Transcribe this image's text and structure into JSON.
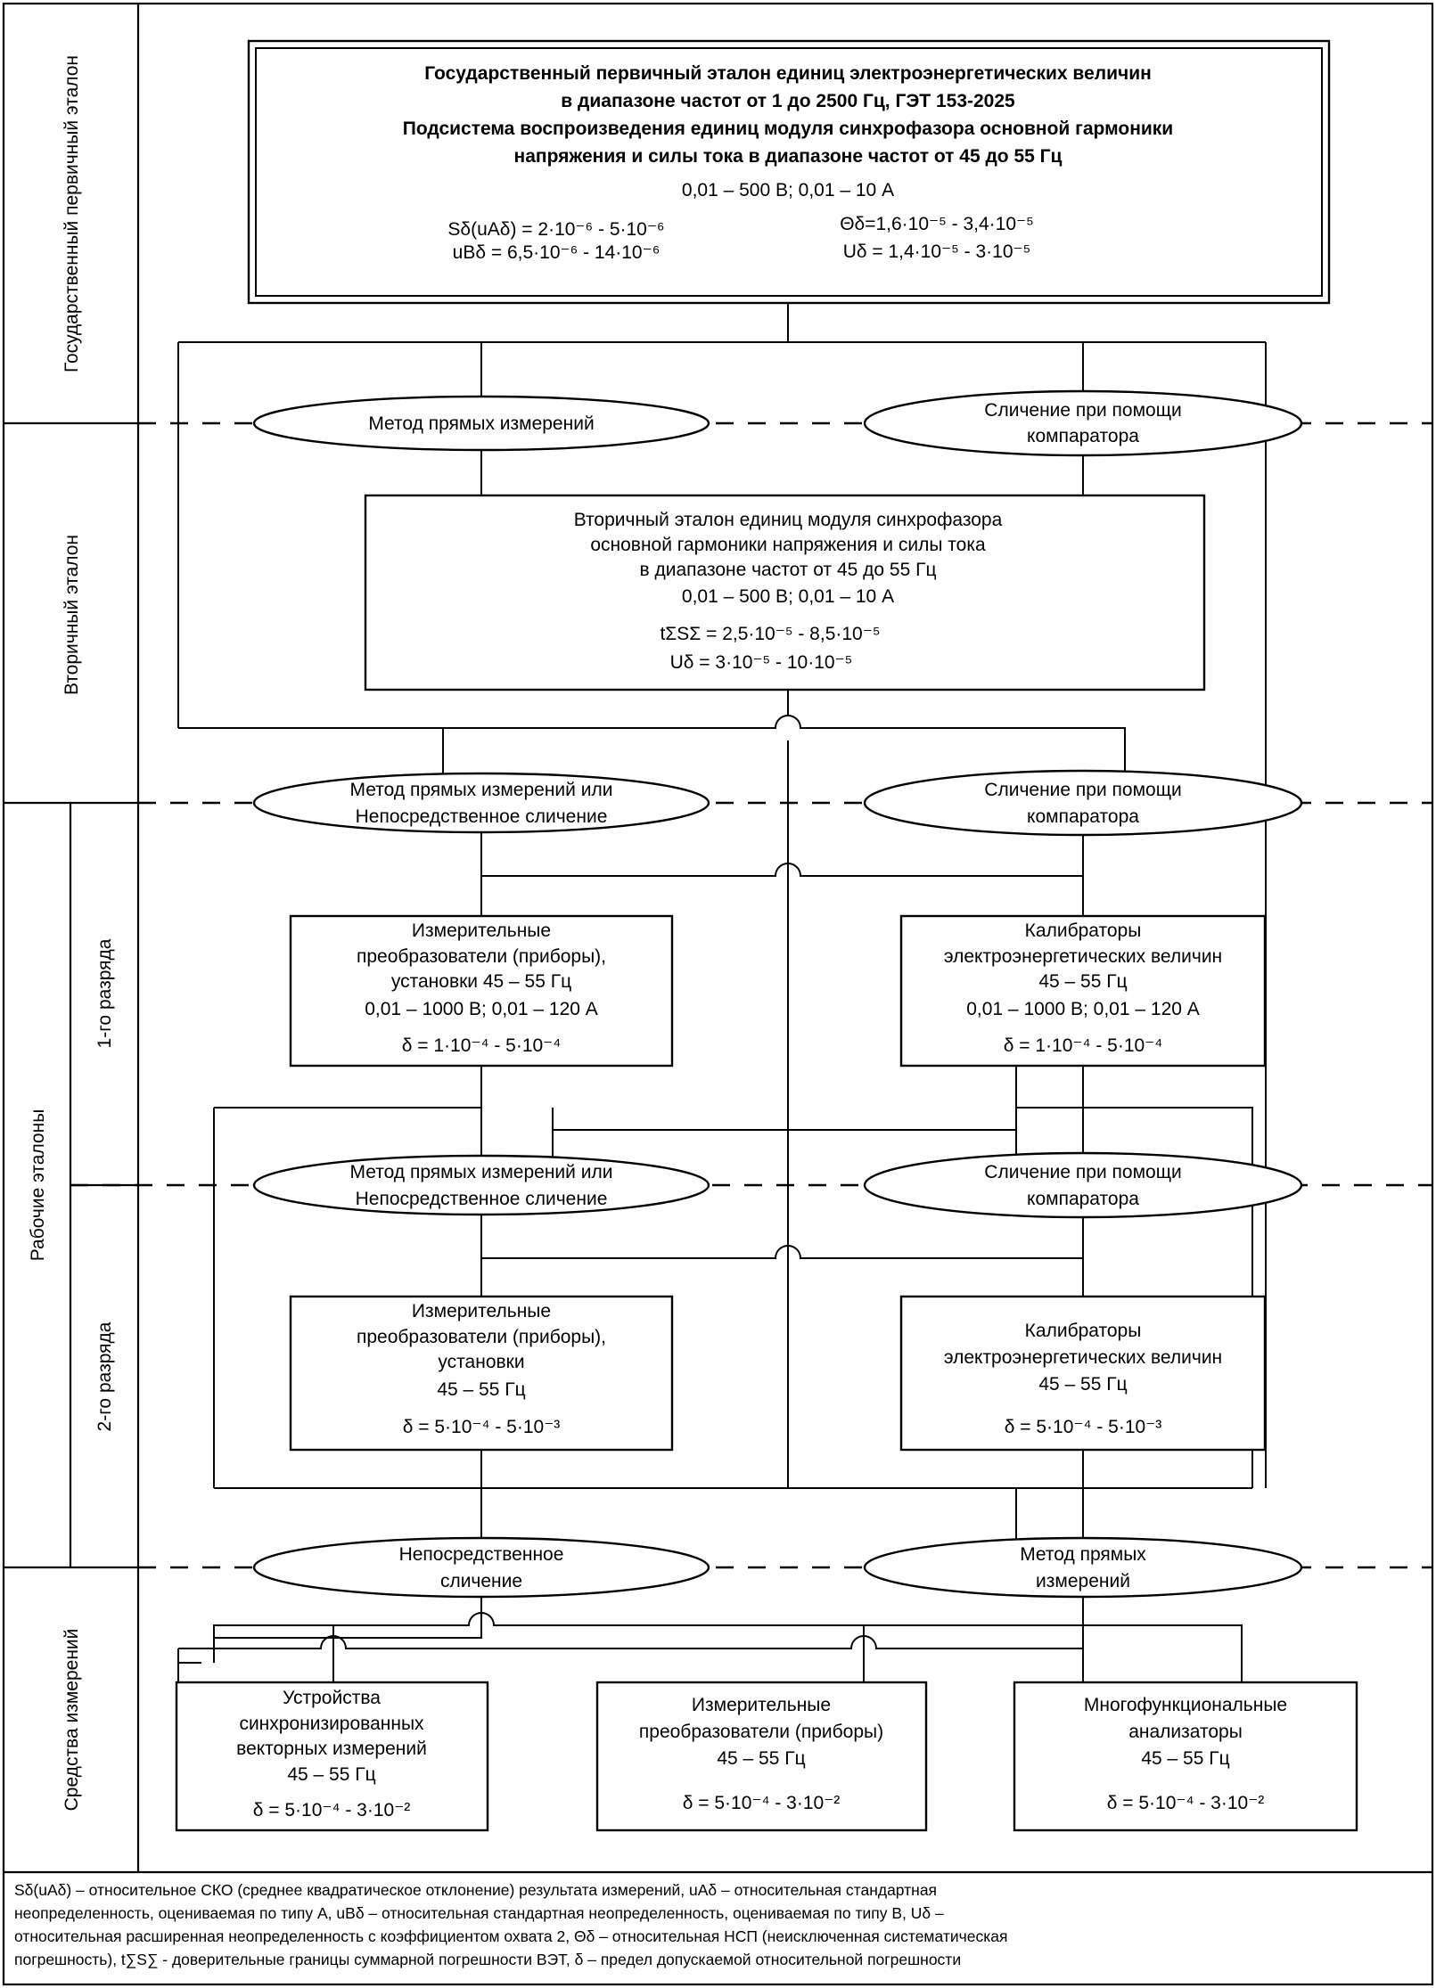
{
  "side_labels": {
    "primary": "Государственный первичный эталон",
    "secondary": "Вторичный эталон",
    "working": "Рабочие эталоны",
    "rank1": "1-го разряда",
    "rank2": "2-го разряда",
    "instruments": "Средства измерений"
  },
  "primary_standard": {
    "line1": "Государственный первичный эталон единиц электроэнергетических величин",
    "line2": "в диапазоне частот от 1 до 2500 Гц, ГЭТ 153-2025",
    "line3": "Подсистема воспроизведения единиц модуля синхрофазора основной гармоники",
    "line4": "напряжения и силы тока в диапазоне частот от 45 до 55 Гц",
    "range": "0,01 – 500 В; 0,01 – 10 А",
    "s_value": "Sδ(uAδ) = 2·10⁻⁶ - 5·10⁻⁶",
    "u_b_value": "uBδ = 6,5·10⁻⁶ - 14·10⁻⁶",
    "theta_value": "Θδ=1,6·10⁻⁵ - 3,4·10⁻⁵",
    "u_value": "Uδ = 1,4·10⁻⁵ - 3·10⁻⁵"
  },
  "methods_level1": {
    "left": "Метод прямых измерений",
    "right_line1": "Сличение при помощи",
    "right_line2": "компаратора"
  },
  "secondary_standard": {
    "line1": "Вторичный эталон единиц модуля синхрофазора",
    "line2": "основной гармоники напряжения и силы тока",
    "line3": "в диапазоне частот от 45 до 55 Гц",
    "range": "0,01 – 500 В; 0,01 – 10 А",
    "ts_value": "tΣSΣ = 2,5·10⁻⁵ - 8,5·10⁻⁵",
    "u_value": "Uδ  = 3·10⁻⁵ - 10·10⁻⁵"
  },
  "methods_level2": {
    "left_line1": "Метод прямых измерений или",
    "left_line2": "Непосредственное сличение",
    "right_line1": "Сличение при помощи",
    "right_line2": "компаратора"
  },
  "rank1_left": {
    "line1": "Измерительные",
    "line2": "преобразователи (приборы),",
    "line3": "установки 45 – 55 Гц",
    "line4": "0,01 – 1000 В; 0,01 – 120 А",
    "delta": "δ = 1·10⁻⁴ - 5·10⁻⁴"
  },
  "rank1_right": {
    "line1": "Калибраторы",
    "line2": "электроэнергетических величин",
    "line3": "45 – 55 Гц",
    "line4": "0,01 – 1000 В; 0,01 – 120 А",
    "delta": "δ = 1·10⁻⁴ - 5·10⁻⁴"
  },
  "methods_level3": {
    "left_line1": "Метод прямых измерений или",
    "left_line2": "Непосредственное сличение",
    "right_line1": "Сличение при помощи",
    "right_line2": "компаратора"
  },
  "rank2_left": {
    "line1": "Измерительные",
    "line2": "преобразователи (приборы),",
    "line3": "установки",
    "line4": "45 – 55 Гц",
    "delta": "δ = 5·10⁻⁴ - 5·10⁻³"
  },
  "rank2_right": {
    "line1": "Калибраторы",
    "line2": "электроэнергетических величин",
    "line3": "45 – 55 Гц",
    "delta": "δ = 5·10⁻⁴ - 5·10⁻³"
  },
  "methods_level4": {
    "left_line1": "Непосредственное",
    "left_line2": "сличение",
    "right_line1": "Метод прямых",
    "right_line2": "измерений"
  },
  "instruments": {
    "pmu": {
      "line1": "Устройства",
      "line2": "синхронизированных",
      "line3": "векторных измерений",
      "line4": "45 – 55 Гц",
      "delta": "δ = 5·10⁻⁴ - 3·10⁻²"
    },
    "converters": {
      "line1": "Измерительные",
      "line2": "преобразователи (приборы)",
      "line3": "45 – 55 Гц",
      "delta": "δ = 5·10⁻⁴ - 3·10⁻²"
    },
    "analyzers": {
      "line1": "Многофункциональные",
      "line2": "анализаторы",
      "line3": "45 – 55 Гц",
      "delta": "δ = 5·10⁻⁴ - 3·10⁻²"
    }
  },
  "footnote": {
    "line1": "Sδ(uAδ) – относительное СКО (среднее квадратическое отклонение) результата измерений, uAδ – относительная стандартная",
    "line2": "неопределенность, оцениваемая по типу А, uBδ – относительная стандартная неопределенность, оцениваемая по типу В, Uδ –",
    "line3": "относительная расширенная неопределенность с коэффициентом охвата 2, Θδ – относительная НСП (неисключенная систематическая",
    "line4": "погрешность), t∑S∑ - доверительные границы суммарной погрешности ВЭТ, δ – предел допускаемой относительной погрешности"
  }
}
